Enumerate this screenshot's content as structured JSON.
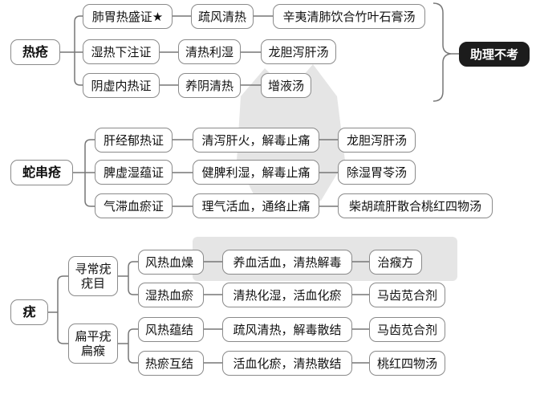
{
  "sections": [
    {
      "root": "热疮",
      "branches": [
        {
          "syndrome": "肺胃热盛证★",
          "method": "疏风清热",
          "formula": "辛夷清肺饮合竹叶石膏汤"
        },
        {
          "syndrome": "湿热下注证",
          "method": "清热利湿",
          "formula": "龙胆泻肝汤"
        },
        {
          "syndrome": "阴虚内热证",
          "method": "养阴清热",
          "formula": "增液汤"
        }
      ]
    },
    {
      "root": "蛇串疮",
      "branches": [
        {
          "syndrome": "肝经郁热证",
          "method": "清泻肝火，解毒止痛",
          "formula": "龙胆泻肝汤"
        },
        {
          "syndrome": "脾虚湿蕴证",
          "method": "健脾利湿，解毒止痛",
          "formula": "除湿胃苓汤"
        },
        {
          "syndrome": "气滞血瘀证",
          "method": "理气活血，通络止痛",
          "formula": "柴胡疏肝散合桃红四物汤"
        }
      ]
    },
    {
      "root": "疣",
      "groups": [
        {
          "type": "寻常疣疣目",
          "branches": [
            {
              "syndrome": "风热血燥",
              "method": "养血活血，清热解毒",
              "formula": "治瘊方"
            },
            {
              "syndrome": "湿热血瘀",
              "method": "清热化湿，活血化瘀",
              "formula": "马齿苋合剂"
            }
          ]
        },
        {
          "type": "扁平疣扁瘊",
          "branches": [
            {
              "syndrome": "风热蕴结",
              "method": "疏风清热，解毒散结",
              "formula": "马齿苋合剂"
            },
            {
              "syndrome": "热瘀互结",
              "method": "活血化瘀，清热散结",
              "formula": "桃红四物汤"
            }
          ]
        }
      ]
    }
  ],
  "note": "助理不考"
}
